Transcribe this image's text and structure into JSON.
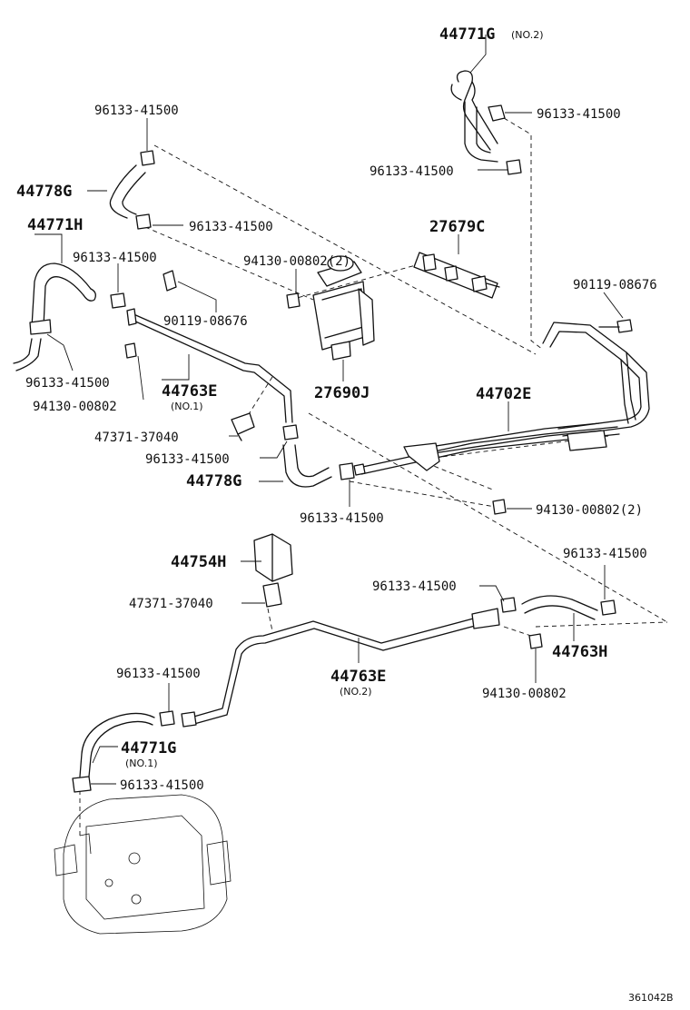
{
  "labels": {
    "p44771g_no2": "44771G",
    "p44771g_no2_note": "(NO.2)",
    "p96133_a": "96133-41500",
    "p96133_b": "96133-41500",
    "p96133_c": "96133-41500",
    "p44778g_a": "44778G",
    "p96133_d": "96133-41500",
    "p44771h": "44771H",
    "p27679c": "27679C",
    "p96133_e": "96133-41500",
    "p94130_a": "94130-00802(2)",
    "p90119_a": "90119-08676",
    "p90119_b": "90119-08676",
    "p96133_f": "96133-41500",
    "p94130_b": "94130-00802",
    "p44763e_no1": "44763E",
    "p44763e_no1_note": "(NO.1)",
    "p27690j": "27690J",
    "p44702e": "44702E",
    "p47371_a": "47371-37040",
    "p96133_g": "96133-41500",
    "p44778g_b": "44778G",
    "p96133_h": "96133-41500",
    "p94130_c": "94130-00802(2)",
    "p96133_i": "96133-41500",
    "p44754h": "44754H",
    "p96133_j": "96133-41500",
    "p47371_b": "47371-37040",
    "p44763h": "44763H",
    "p96133_k": "96133-41500",
    "p44763e_no2": "44763E",
    "p44763e_no2_note": "(NO.2)",
    "p94130_d": "94130-00802",
    "p44771g_no1": "44771G",
    "p44771g_no1_note": "(NO.1)",
    "p96133_l": "96133-41500",
    "figure_code": "361042B"
  }
}
